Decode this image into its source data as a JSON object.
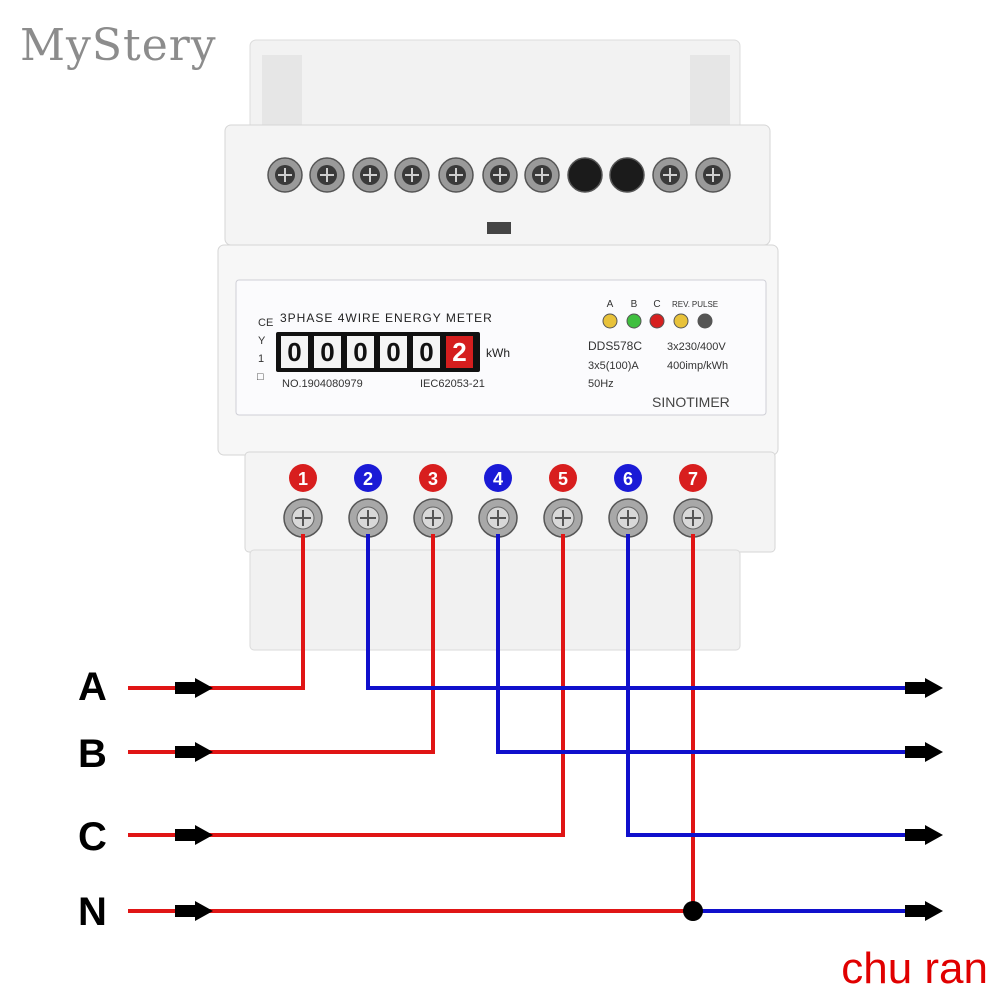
{
  "watermark": "MyStery",
  "meter": {
    "title": "3PHASE 4WIRE ENERGY METER",
    "counter_digits": [
      "0",
      "0",
      "0",
      "0",
      "0",
      "2"
    ],
    "unit": "kWh",
    "serial": "NO.1904080979",
    "standard": "IEC62053-21",
    "indicators": [
      {
        "label": "A",
        "color": "#e8c23a"
      },
      {
        "label": "B",
        "color": "#3fbf3f"
      },
      {
        "label": "C",
        "color": "#d62020"
      },
      {
        "label": "REV.",
        "color": "#e8c23a"
      },
      {
        "label": "PULSE",
        "color": "#555555"
      }
    ],
    "model": "DDS578C",
    "current": "3x5(100)A",
    "frequency": "50Hz",
    "voltage": "3x230/400V",
    "impulse": "400imp/kWh",
    "brand": "SINOTIMER",
    "marks": [
      "CE",
      "Y",
      "1",
      "□"
    ]
  },
  "terminals": [
    {
      "number": "1",
      "color": "#d81e1e"
    },
    {
      "number": "2",
      "color": "#1a1ad6"
    },
    {
      "number": "3",
      "color": "#d81e1e"
    },
    {
      "number": "4",
      "color": "#1a1ad6"
    },
    {
      "number": "5",
      "color": "#d81e1e"
    },
    {
      "number": "6",
      "color": "#1a1ad6"
    },
    {
      "number": "7",
      "color": "#d81e1e"
    }
  ],
  "lines": [
    "A",
    "B",
    "C",
    "N"
  ],
  "colors": {
    "input_wire": "#e01515",
    "output_wire": "#1010cc"
  },
  "footer_note": "chu ran"
}
